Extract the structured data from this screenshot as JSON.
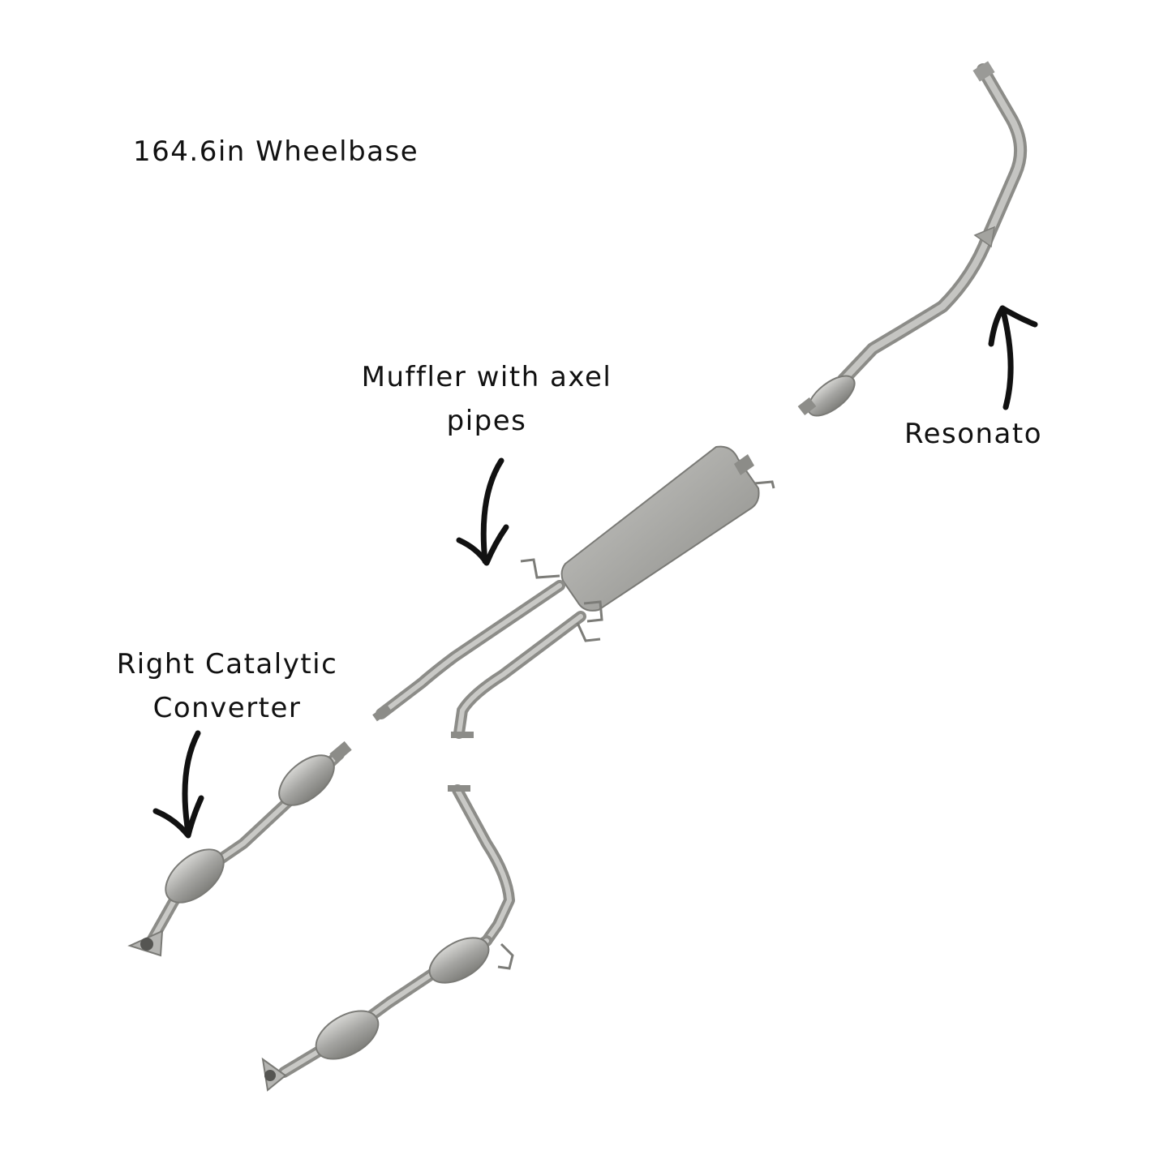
{
  "title": "164.6in Wheelbase",
  "labels": {
    "muffler_line1": "Muffler with axel",
    "muffler_line2": "pipes",
    "resonator": "Resonato",
    "cat_line1": "Right Catalytic",
    "cat_line2": "Converter"
  },
  "colors": {
    "pipe": "#a9a9a6",
    "pipe_dark": "#7c7c78",
    "pipe_light": "#d2d2cf",
    "arrow": "#111111",
    "background": "#ffffff"
  },
  "icons": {
    "muffler_arrow": "curved-arrow-down-icon",
    "resonator_arrow": "curved-arrow-up-icon",
    "cat_arrow": "curved-arrow-down-icon"
  }
}
